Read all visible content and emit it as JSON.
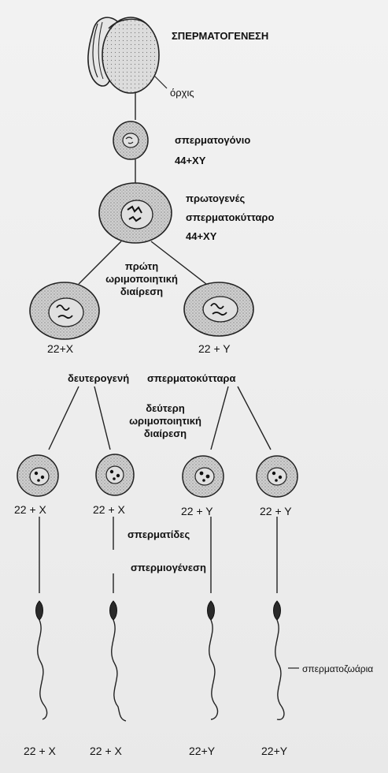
{
  "title": "ΣΠΕΡΜΑΤΟΓΕΝΕΣΗ",
  "labels": {
    "testis": "όρχις",
    "spermatogonium": "σπερματογόνιο",
    "spermatogonium_karyotype": "44+XY",
    "primary_line1": "πρωτογενές",
    "primary_line2": "σπερματοκύτταρο",
    "primary_karyotype": "44+XY",
    "meiosis1_line1": "πρώτη",
    "meiosis1_line2": "ωριμοποιητική",
    "meiosis1_line3": "διαίρεση",
    "secondary_left": "22+X",
    "secondary_right": "22 + Y",
    "secondary_label_a": "δευτερογενή",
    "secondary_label_b": "σπερματοκύτταρα",
    "meiosis2_line1": "δεύτερη",
    "meiosis2_line2": "ωριμοποιητική",
    "meiosis2_line3": "διαίρεση",
    "spermatid_1": "22 + X",
    "spermatid_2": "22 + X",
    "spermatid_3": "22 + Y",
    "spermatid_4": "22 + Y",
    "spermatids": "σπερματίδες",
    "spermiogenesis": "σπερμιογένεση",
    "spermatozoa": "σπερματοζωάρια",
    "sperm_1": "22 + X",
    "sperm_2": "22 + X",
    "sperm_3": "22+Y",
    "sperm_4": "22+Y"
  }
}
